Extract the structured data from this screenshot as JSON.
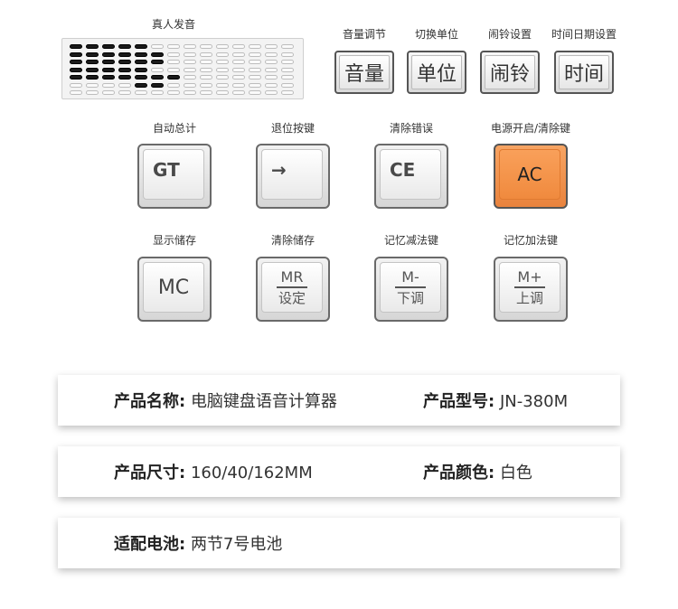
{
  "voice_label": "真人发音",
  "speaker_rows": [
    [
      1,
      1,
      1,
      1,
      1,
      0,
      0,
      0,
      0,
      0,
      0,
      0,
      0,
      0
    ],
    [
      1,
      1,
      1,
      1,
      1,
      1,
      0,
      0,
      0,
      0,
      0,
      0,
      0,
      0
    ],
    [
      1,
      1,
      1,
      1,
      1,
      1,
      0,
      0,
      0,
      0,
      0,
      0,
      0,
      0
    ],
    [
      1,
      1,
      1,
      1,
      1,
      0,
      0,
      0,
      0,
      0,
      0,
      0,
      0,
      0
    ],
    [
      1,
      1,
      1,
      1,
      1,
      1,
      1,
      0,
      0,
      0,
      0,
      0,
      0,
      0
    ],
    [
      0,
      0,
      0,
      0,
      1,
      1,
      0,
      0,
      0,
      0,
      0,
      0,
      0,
      0
    ],
    [
      0,
      0,
      0,
      0,
      0,
      0,
      0,
      0,
      0,
      0,
      0,
      0,
      0,
      0
    ]
  ],
  "top_keys": [
    {
      "caption": "音量调节",
      "label": "音量"
    },
    {
      "caption": "切换单位",
      "label": "单位"
    },
    {
      "caption": "闹铃设置",
      "label": "闹铃"
    },
    {
      "caption": "时间日期设置",
      "label": "时间"
    }
  ],
  "row1": [
    {
      "caption": "自动总计",
      "label": "GT"
    },
    {
      "caption": "退位按键",
      "label": "→"
    },
    {
      "caption": "清除错误",
      "label": "CE"
    },
    {
      "caption": "电源开启/清除键",
      "label": "AC"
    }
  ],
  "row2": [
    {
      "caption": "显示储存",
      "label": "MC"
    },
    {
      "caption": "清除储存",
      "top": "MR",
      "bottom": "设定"
    },
    {
      "caption": "记忆减法键",
      "top": "M-",
      "bottom": "下调"
    },
    {
      "caption": "记忆加法键",
      "top": "M+",
      "bottom": "上调"
    }
  ],
  "specs": {
    "name_key": "产品名称:",
    "name_val": "电脑键盘语音计算器",
    "model_key": "产品型号:",
    "model_val": "JN-380M",
    "size_key": "产品尺寸:",
    "size_val": "160/40/162MM",
    "color_key": "产品颜色:",
    "color_val": "白色",
    "battery_key": "适配电池:",
    "battery_val": "两节7号电池"
  }
}
